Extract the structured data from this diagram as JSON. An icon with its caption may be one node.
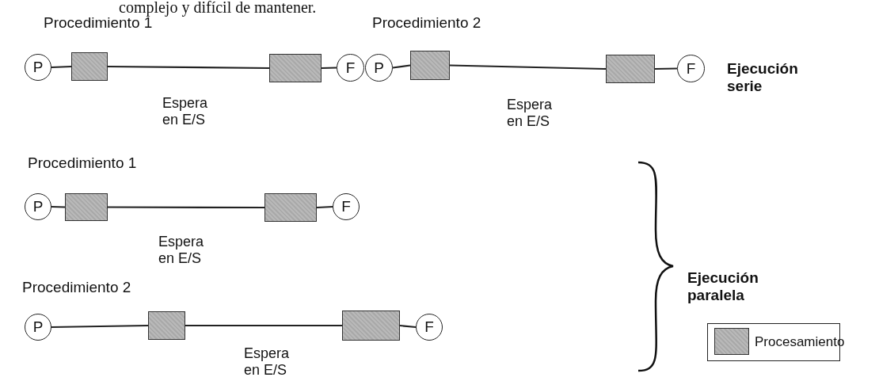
{
  "diagram": {
    "nodes": [
      {
        "text": [
          "P"
        ],
        "beside": [
          "Procedimiento 1"
        ]
      },
      {
        "text": [],
        "shape": "box"
      },
      {
        "text": [],
        "shape": "box"
      },
      {
        "text": [
          "F"
        ]
      },
      {
        "text": [
          "P"
        ],
        "beside": [
          "Procedimiento 2"
        ]
      },
      {
        "text": [],
        "shape": "box"
      },
      {
        "text": [],
        "shape": "box"
      },
      {
        "text": [
          "F"
        ]
      },
      {
        "text": [
          "P"
        ],
        "beside": [
          "Procedimiento 1"
        ]
      },
      {
        "text": [],
        "shape": "box"
      },
      {
        "text": [],
        "shape": "box"
      },
      {
        "text": [
          "F"
        ]
      },
      {
        "text": [
          "P"
        ],
        "beside": [
          "Procedimiento 2"
        ]
      },
      {
        "text": [],
        "shape": "box"
      },
      {
        "text": [],
        "shape": "box"
      },
      {
        "text": [
          "F"
        ]
      }
    ],
    "edges": [
      {
        "from": 0,
        "to": 1,
        "arrow": "none"
      },
      {
        "from": 1,
        "to": 2,
        "arrow": "none",
        "label": "Espera en E/S"
      },
      {
        "from": 2,
        "to": 3,
        "arrow": "none"
      },
      {
        "from": 4,
        "to": 5,
        "arrow": "none"
      },
      {
        "from": 5,
        "to": 6,
        "arrow": "none",
        "label": "Espera en E/S"
      },
      {
        "from": 6,
        "to": 7,
        "arrow": "none"
      },
      {
        "from": 8,
        "to": 9,
        "arrow": "none"
      },
      {
        "from": 9,
        "to": 10,
        "arrow": "none",
        "label": "Espera en E/S"
      },
      {
        "from": 10,
        "to": 11,
        "arrow": "none"
      },
      {
        "from": 12,
        "to": 13,
        "arrow": "none"
      },
      {
        "from": 13,
        "to": 14,
        "arrow": "none",
        "label": "Espera en E/S"
      },
      {
        "from": 14,
        "to": 15,
        "arrow": "none"
      }
    ],
    "labels": [
      "complejo y difícil de mantener.",
      "Ejecución serie",
      "Ejecución paralela"
    ],
    "legend": [
      {
        "text": "Procesamiento",
        "color": "#a9a9a9"
      }
    ]
  }
}
